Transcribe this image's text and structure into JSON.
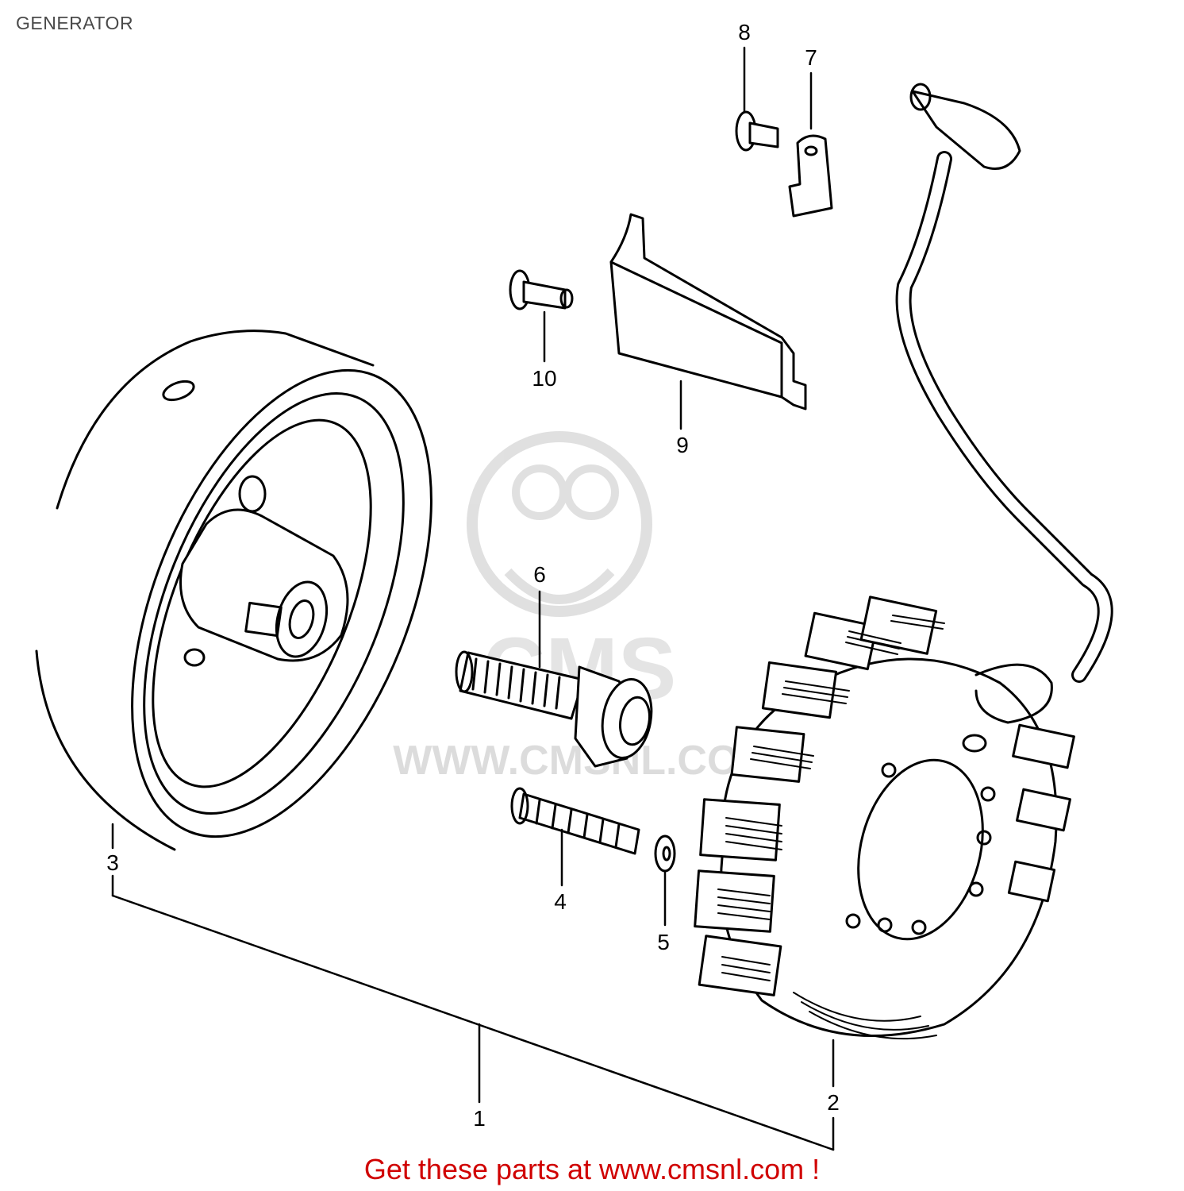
{
  "page_title": "GENERATOR",
  "watermark": {
    "text": "WWW.CMSNL.COM",
    "color": "#bfbfbf"
  },
  "callouts": [
    {
      "id": "1",
      "label": "1"
    },
    {
      "id": "2",
      "label": "2"
    },
    {
      "id": "3",
      "label": "3"
    },
    {
      "id": "4",
      "label": "4"
    },
    {
      "id": "5",
      "label": "5"
    },
    {
      "id": "6",
      "label": "6"
    },
    {
      "id": "7",
      "label": "7"
    },
    {
      "id": "8",
      "label": "8"
    },
    {
      "id": "9",
      "label": "9"
    },
    {
      "id": "10",
      "label": "10"
    }
  ],
  "footer": {
    "cta": "Get these parts at www.cmsnl.com !",
    "color": "#d00000"
  }
}
